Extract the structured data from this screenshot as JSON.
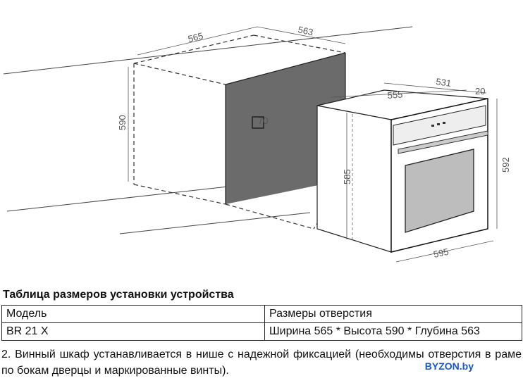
{
  "diagram": {
    "niche": {
      "width": "565",
      "depth": "563",
      "height": "590",
      "vent": "70"
    },
    "oven": {
      "depth": "531",
      "body_width": "555",
      "front_offset": "20",
      "body_height": "585",
      "front_height": "592",
      "front_width": "595"
    }
  },
  "table": {
    "title": "Таблица размеров установки устройства",
    "headers": [
      "Модель",
      "Размеры отверстия"
    ],
    "rows": [
      [
        "BR 21 X",
        "Ширина 565 * Высота 590 * Глубина 563"
      ]
    ]
  },
  "note": "2. Винный шкаф устанавливается в нише с надежной фиксацией (необходимы отверстия в раме по бокам дверцы и маркированные винты).",
  "watermark": "BYZON.by",
  "colors": {
    "niche_back": "#6b6b6b",
    "line": "#333333",
    "watermark": "#1a57c9"
  }
}
